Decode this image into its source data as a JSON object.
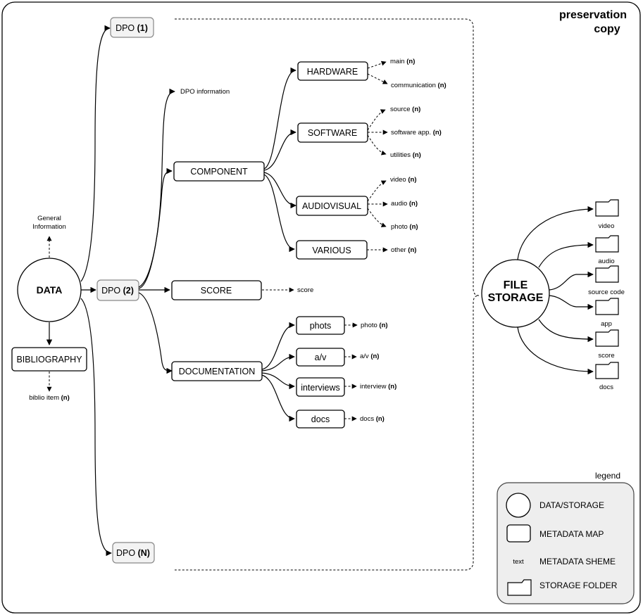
{
  "title": {
    "line1": "preservation",
    "line2": "copy"
  },
  "data_node": "DATA",
  "general_info": {
    "line1": "General",
    "line2": "Information"
  },
  "bibliography": "BIBLIOGRAPHY",
  "biblio_item": {
    "text": "biblio item",
    "n": "(n)"
  },
  "dpo": {
    "first": {
      "text": "DPO",
      "n": "(1)"
    },
    "second": {
      "text": "DPO",
      "n": "(2)"
    },
    "last": {
      "text": "DPO",
      "n": "(N)"
    }
  },
  "dpo_information": "DPO information",
  "component": "COMPONENT",
  "score": "SCORE",
  "score_meta": "score",
  "documentation": "DOCUMENTATION",
  "component_children": {
    "hardware": "HARDWARE",
    "software": "SOFTWARE",
    "audiovisual": "AUDIOVISUAL",
    "various": "VARIOUS"
  },
  "hardware_meta": [
    {
      "text": "main",
      "n": "(n)"
    },
    {
      "text": "communication",
      "n": "(n)"
    }
  ],
  "software_meta": [
    {
      "text": "source",
      "n": "(n)"
    },
    {
      "text": "software app.",
      "n": "(n)"
    },
    {
      "text": "utilities",
      "n": "(n)"
    }
  ],
  "audiovisual_meta": [
    {
      "text": "video",
      "n": "(n)"
    },
    {
      "text": "audio",
      "n": "(n)"
    },
    {
      "text": "photo",
      "n": "(n)"
    }
  ],
  "various_meta": [
    {
      "text": "other",
      "n": "(n)"
    }
  ],
  "documentation_children": {
    "phots": "phots",
    "av": "a/v",
    "interviews": "interviews",
    "docs": "docs"
  },
  "documentation_meta": [
    {
      "text": "photo",
      "n": "(n)"
    },
    {
      "text": "a/v",
      "n": "(n)"
    },
    {
      "text": "interview",
      "n": "(n)"
    },
    {
      "text": "docs",
      "n": "(n)"
    }
  ],
  "file_storage": {
    "line1": "FILE",
    "line2": "STORAGE"
  },
  "storage_folders": [
    "video",
    "audio",
    "source code",
    "app",
    "score",
    "docs"
  ],
  "legend": {
    "title": "legend",
    "items": {
      "data_storage": "DATA/STORAGE",
      "metadata_map": "METADATA MAP",
      "metadata_scheme_sample": "text",
      "metadata_scheme": "METADATA SHEME",
      "storage_folder": "STORAGE FOLDER"
    }
  }
}
